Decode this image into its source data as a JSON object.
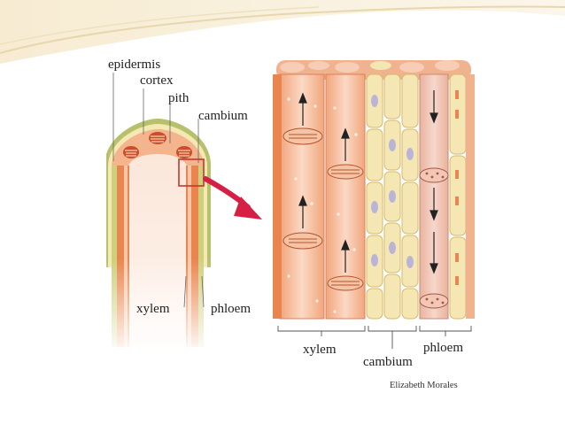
{
  "labels": {
    "epidermis": "epidermis",
    "cortex": "cortex",
    "pith": "pith",
    "cambium_left": "cambium",
    "xylem_left": "xylem",
    "phloem_left": "phloem",
    "xylem_right": "xylem",
    "cambium_right": "cambium",
    "phloem_right": "phloem"
  },
  "credit": "Elizabeth Morales",
  "colors": {
    "outer_tissue": "#e98b5d",
    "pale_tissue": "#f8d3bd",
    "epidermis_green": "#b7c06c",
    "cambium_yellow": "#f5e7b4",
    "nucleus": "#b9b4d8",
    "arrow_red": "#d61f45",
    "slide_accent": "#f3e3b8"
  }
}
